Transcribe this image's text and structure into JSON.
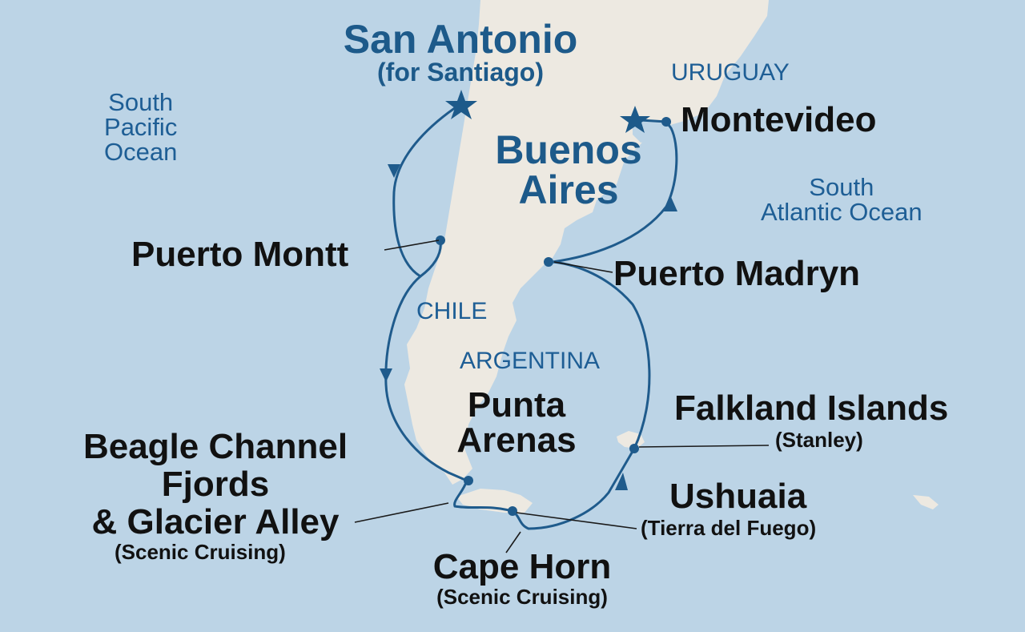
{
  "colors": {
    "water": "#bcd4e6",
    "land": "#ede9e1",
    "route": "#1f5b8c",
    "accent": "#1d5a8a",
    "ocean_text": "#1e5e95",
    "port_text": "#111111"
  },
  "oceans": {
    "pacific": "South\nPacific\nOcean",
    "atlantic": "South\nAtlantic Ocean"
  },
  "countries": {
    "uruguay": "URUGUAY",
    "chile": "CHILE",
    "argentina": "ARGENTINA"
  },
  "ports": {
    "san_antonio": {
      "name": "San Antonio",
      "note": "(for Santiago)",
      "marker": "star-icon"
    },
    "buenos_aires": {
      "name": "Buenos\nAires",
      "marker": "star-icon"
    },
    "montevideo": {
      "name": "Montevideo"
    },
    "puerto_montt": {
      "name": "Puerto Montt"
    },
    "puerto_madryn": {
      "name": "Puerto Madryn"
    },
    "punta_arenas": {
      "name": "Punta\nArenas"
    },
    "falklands": {
      "name": "Falkland Islands",
      "note": "(Stanley)"
    },
    "beagle": {
      "name": "Beagle Channel\nFjords\n& Glacier Alley",
      "note": "(Scenic Cruising)"
    },
    "ushuaia": {
      "name": "Ushuaia",
      "note": "(Tierra del Fuego)"
    },
    "cape_horn": {
      "name": "Cape Horn",
      "note": "(Scenic Cruising)"
    }
  }
}
